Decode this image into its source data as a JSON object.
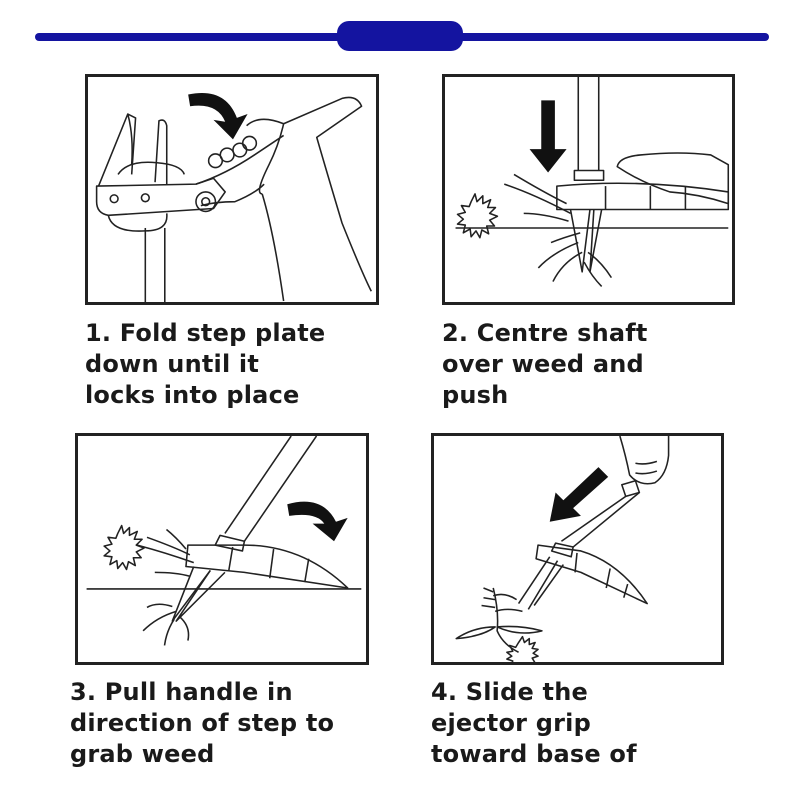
{
  "header": {
    "accent_color": "#1414a0"
  },
  "steps": [
    {
      "number": "1",
      "lines": [
        "1. Fold step plate",
        "down until it",
        "locks into place"
      ],
      "illustration": "hand-folding-step-plate",
      "arrow": "curved-arrow-down-icon"
    },
    {
      "number": "2",
      "lines": [
        "2. Centre shaft",
        "over weed and",
        "push"
      ],
      "illustration": "foot-pushing-shaft-over-weed",
      "arrow": "arrow-down-icon"
    },
    {
      "number": "3",
      "lines": [
        "3. Pull handle in",
        "direction of step to",
        "grab weed"
      ],
      "illustration": "tilting-tool-grabbing-weed",
      "arrow": "curved-arrow-down-icon"
    },
    {
      "number": "4",
      "lines": [
        "4. Slide the",
        "ejector grip",
        "toward base of"
      ],
      "illustration": "ejecting-weed-from-jaws",
      "arrow": "arrow-down-left-icon"
    }
  ]
}
